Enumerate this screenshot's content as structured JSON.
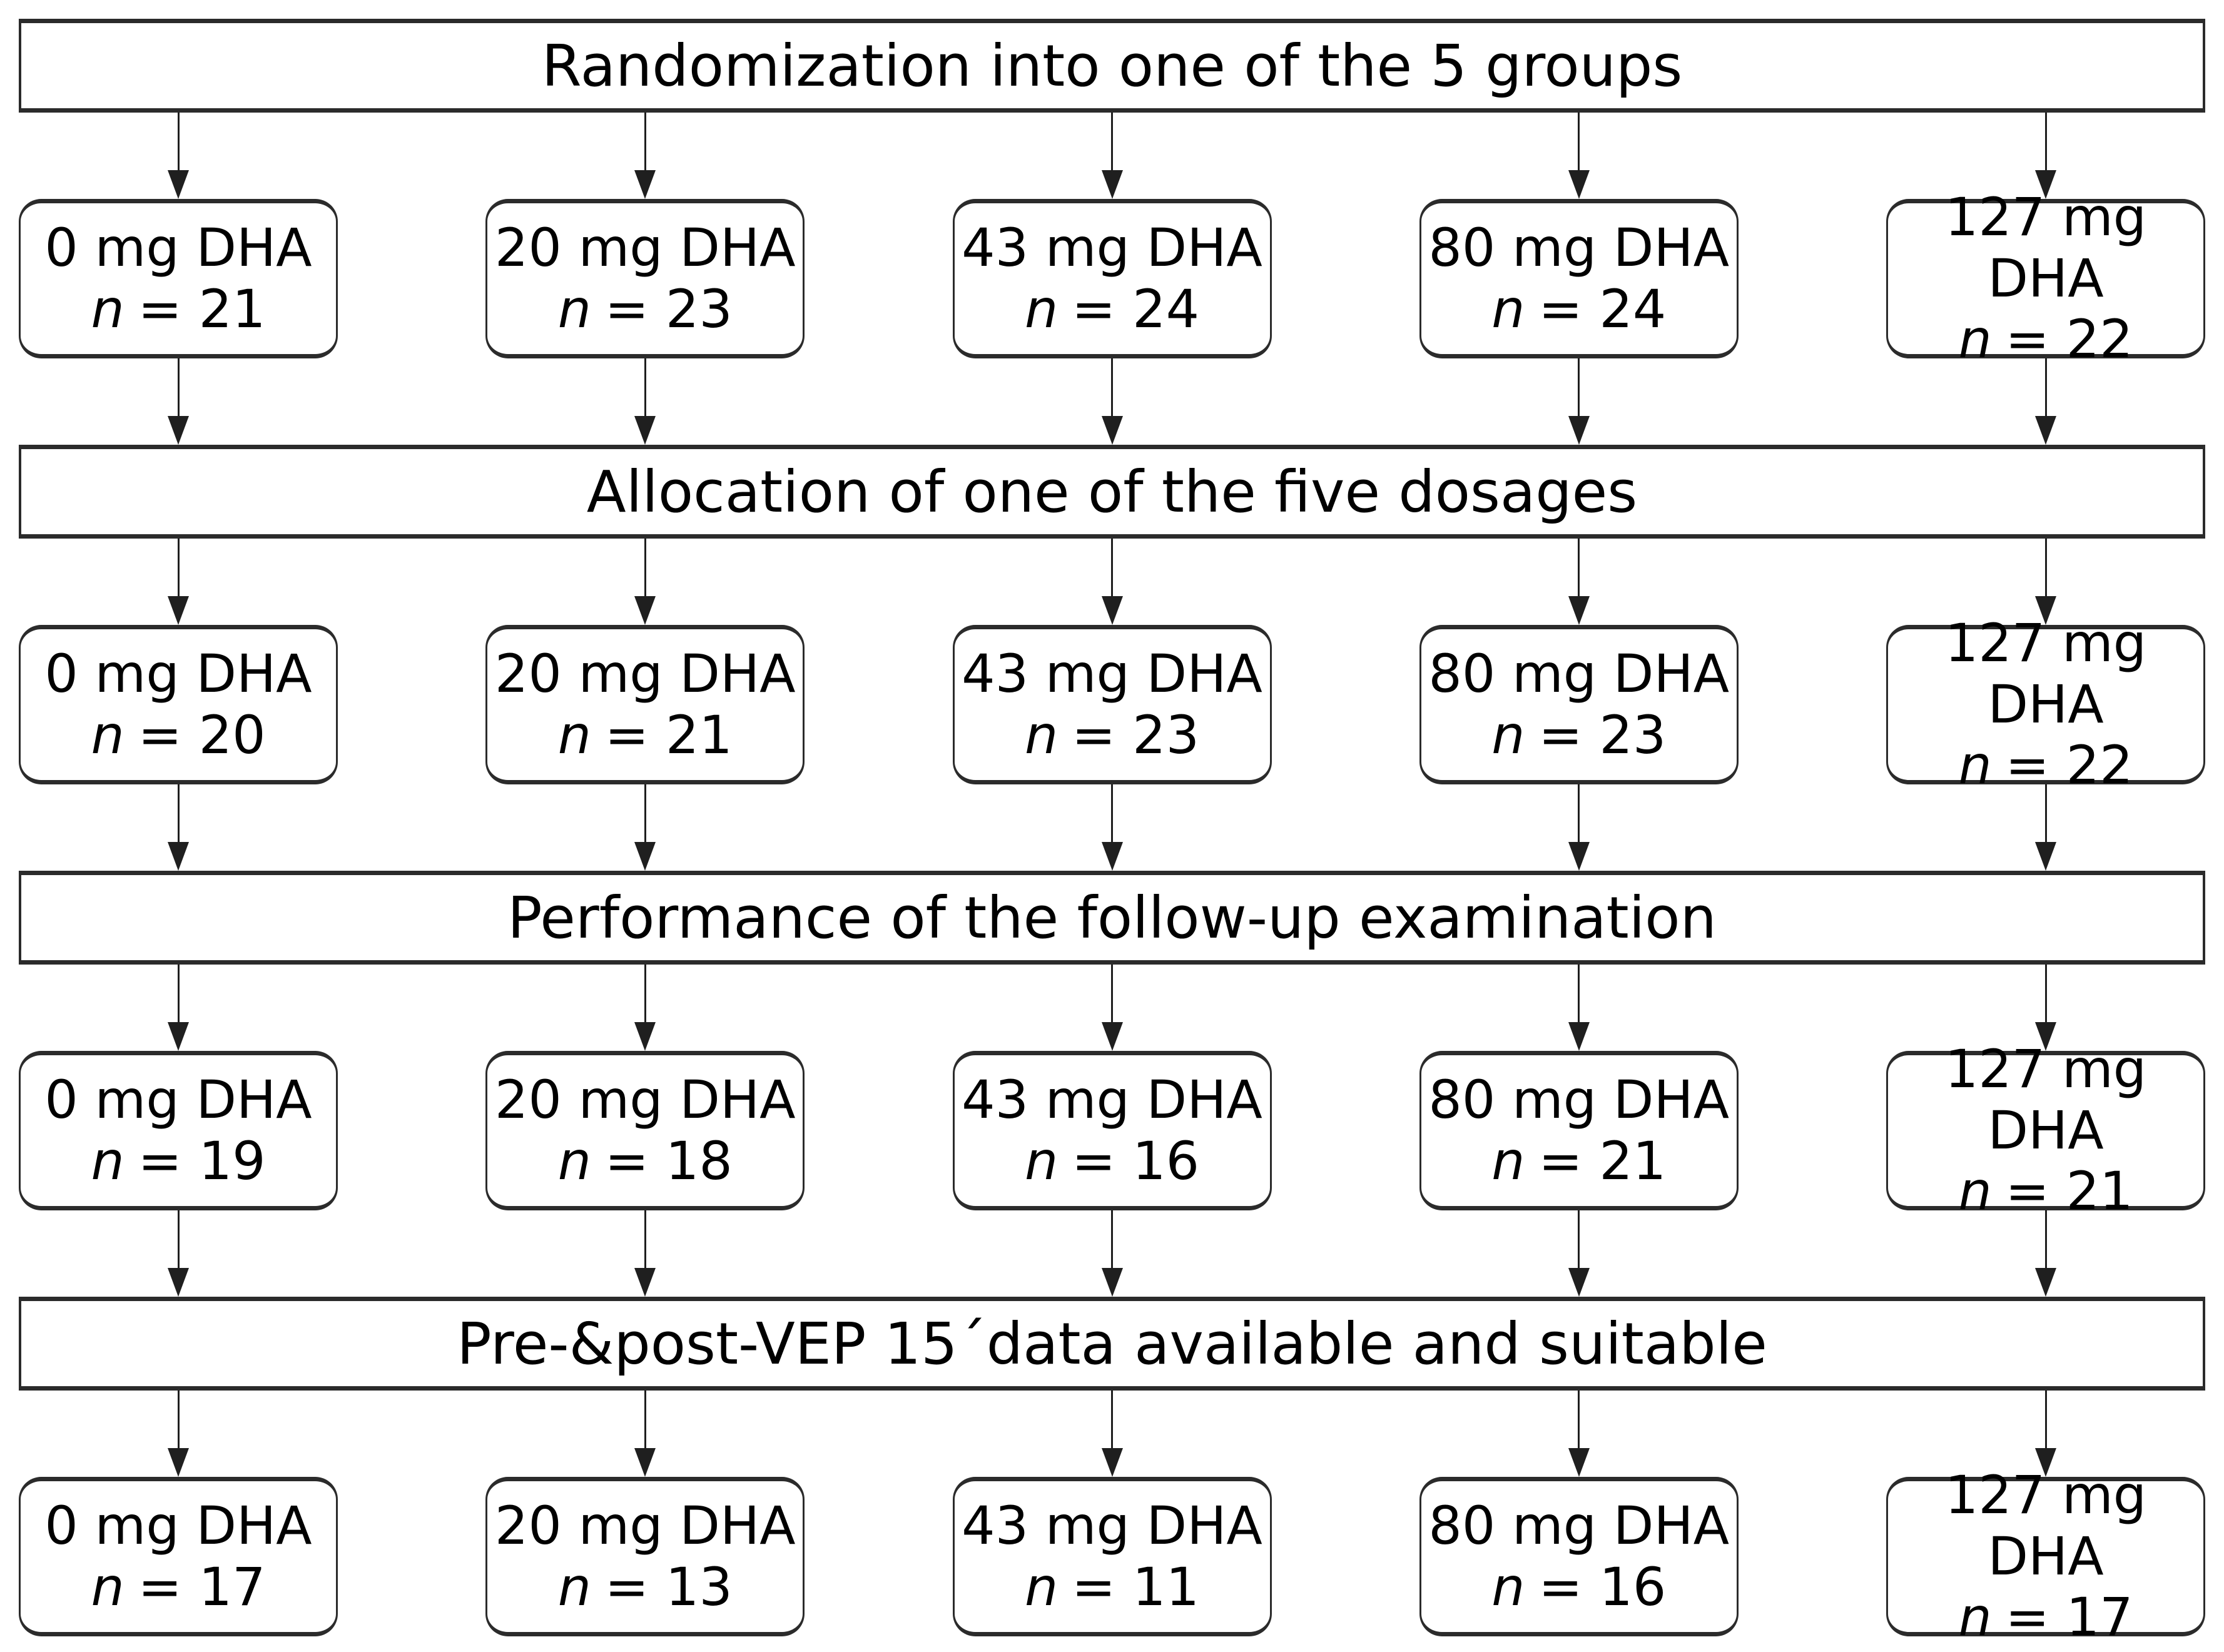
{
  "colors": {
    "background": "#ffffff",
    "line": "#1f1f1f",
    "text": "#000000"
  },
  "stages": [
    {
      "banner": "Randomization into one of the 5 groups",
      "boxes": [
        {
          "dose": "0 mg DHA",
          "n_label": "n",
          "n_value": "= 21"
        },
        {
          "dose": "20 mg DHA",
          "n_label": "n",
          "n_value": "= 23"
        },
        {
          "dose": "43 mg DHA",
          "n_label": "n",
          "n_value": "= 24"
        },
        {
          "dose": "80 mg DHA",
          "n_label": "n",
          "n_value": "= 24"
        },
        {
          "dose": "127 mg DHA",
          "n_label": "n",
          "n_value": "= 22"
        }
      ]
    },
    {
      "banner": "Allocation of one of the five dosages",
      "boxes": [
        {
          "dose": "0 mg DHA",
          "n_label": "n",
          "n_value": "= 20"
        },
        {
          "dose": "20 mg DHA",
          "n_label": "n",
          "n_value": "= 21"
        },
        {
          "dose": "43 mg DHA",
          "n_label": "n",
          "n_value": "= 23"
        },
        {
          "dose": "80 mg DHA",
          "n_label": "n",
          "n_value": "= 23"
        },
        {
          "dose": "127 mg DHA",
          "n_label": "n",
          "n_value": "= 22"
        }
      ]
    },
    {
      "banner": "Performance of the follow-up examination",
      "boxes": [
        {
          "dose": "0 mg DHA",
          "n_label": "n",
          "n_value": "= 19"
        },
        {
          "dose": "20 mg DHA",
          "n_label": "n",
          "n_value": "= 18"
        },
        {
          "dose": "43 mg DHA",
          "n_label": "n",
          "n_value": "= 16"
        },
        {
          "dose": "80 mg DHA",
          "n_label": "n",
          "n_value": "= 21"
        },
        {
          "dose": "127 mg DHA",
          "n_label": "n",
          "n_value": "= 21"
        }
      ]
    },
    {
      "banner": "Pre-&post-VEP 15´data available and suitable",
      "boxes": [
        {
          "dose": "0 mg DHA",
          "n_label": "n",
          "n_value": "= 17"
        },
        {
          "dose": "20 mg DHA",
          "n_label": "n",
          "n_value": "= 13"
        },
        {
          "dose": "43 mg DHA",
          "n_label": "n",
          "n_value": "= 11"
        },
        {
          "dose": "80 mg DHA",
          "n_label": "n",
          "n_value": "= 16"
        },
        {
          "dose": "127 mg DHA",
          "n_label": "n",
          "n_value": "= 17"
        }
      ]
    }
  ]
}
